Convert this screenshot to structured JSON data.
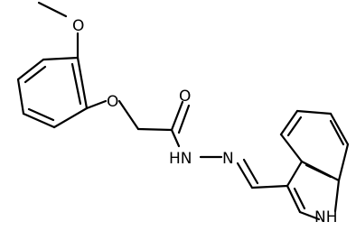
{
  "atoms": {
    "methoxy_o": "O",
    "ether_o": "O",
    "carbonyl_o": "O",
    "amide_nh": "HN",
    "imine_n": "N",
    "indole_nh": "NH"
  },
  "colors": {
    "bond": "#000000",
    "background": "#ffffff"
  }
}
